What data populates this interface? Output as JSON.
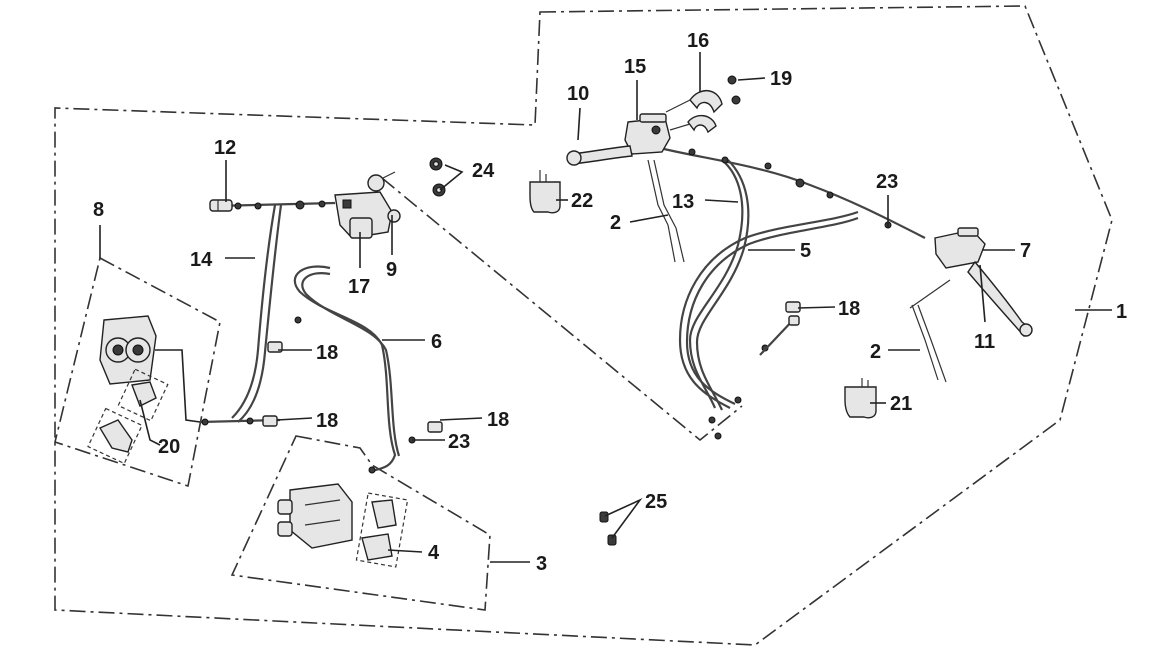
{
  "diagram": {
    "callouts": {
      "c1": "1",
      "c2a": "2",
      "c2b": "2",
      "c3": "3",
      "c4": "4",
      "c5": "5",
      "c6": "6",
      "c7": "7",
      "c8": "8",
      "c9": "9",
      "c10": "10",
      "c11": "11",
      "c12": "12",
      "c13": "13",
      "c14": "14",
      "c15": "15",
      "c16": "16",
      "c17": "17",
      "c18a": "18",
      "c18b": "18",
      "c18c": "18",
      "c18d": "18",
      "c19": "19",
      "c20": "20",
      "c21": "21",
      "c22": "22",
      "c23a": "23",
      "c23b": "23",
      "c24": "24",
      "c25": "25"
    },
    "line_color": "#333333",
    "background": "#ffffff"
  }
}
